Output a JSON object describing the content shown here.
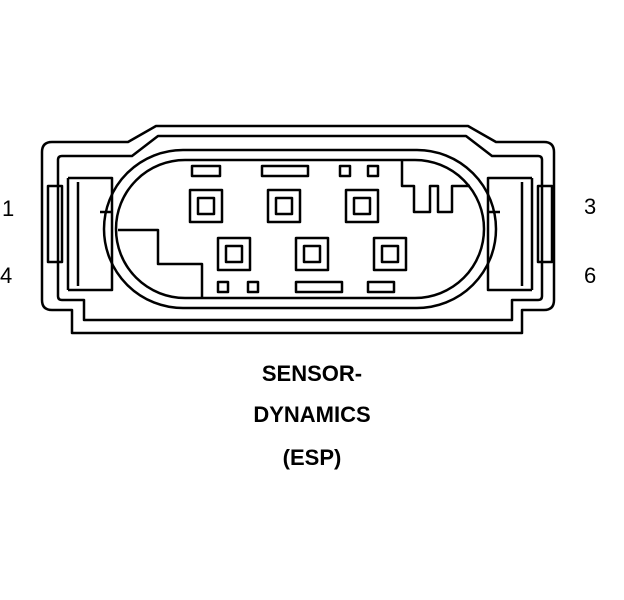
{
  "pins": {
    "top_left": "1",
    "bottom_left": "4",
    "top_right": "3",
    "bottom_right": "6"
  },
  "caption": {
    "line1": "SENSOR-",
    "line2": "DYNAMICS",
    "line3": "(ESP)"
  }
}
